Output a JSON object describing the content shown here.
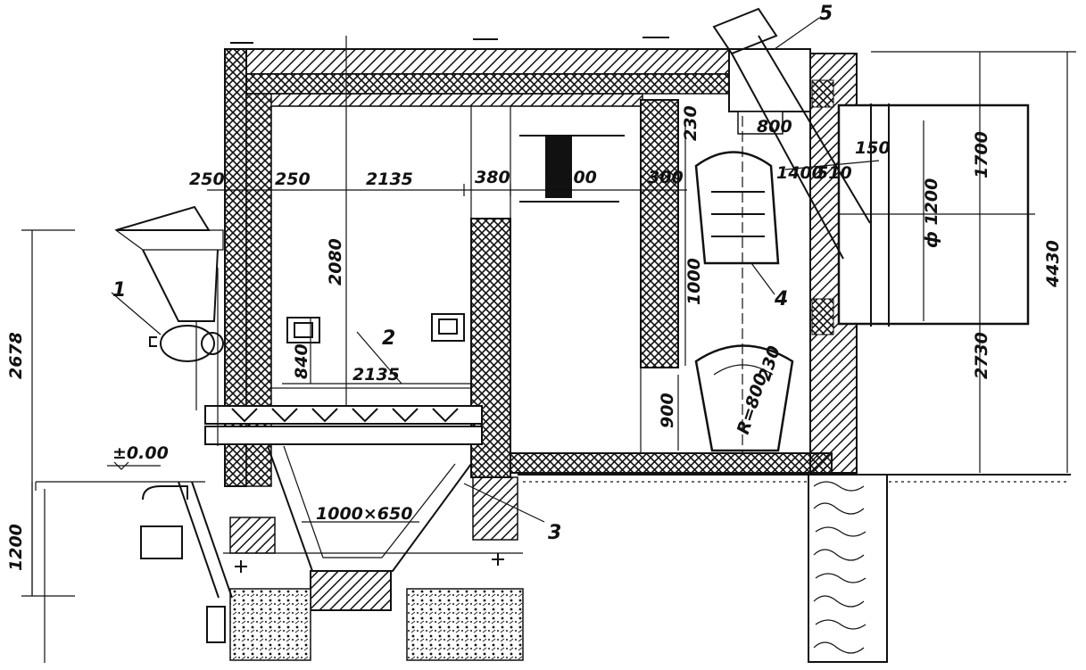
{
  "callouts": [
    "1",
    "2",
    "3",
    "4",
    "5"
  ],
  "dimensions": {
    "wall_left_outer": "250",
    "wall_left_inner": "250",
    "chamber_width_top": "2135",
    "partition": "380",
    "roof_span": "1400",
    "baffle": "300",
    "vent_offset": "1400",
    "vent_gap": "510",
    "vent_width": "150",
    "upper_gap": "230",
    "upper_block": "800",
    "pipe_diameter": "ф 1200",
    "right_height_top": "1700",
    "total_height": "4430",
    "right_height_bottom": "2730",
    "chamber_height": "2080",
    "left_height": "2678",
    "door_height": "840",
    "grate_width": "2135",
    "opening_height": "1000",
    "bottom_door_height": "900",
    "arch_radius": "R=800",
    "arch_extra": "230",
    "zero_level": "±0.00",
    "pit_depth": "1200",
    "ash_pit": "1000×650"
  }
}
